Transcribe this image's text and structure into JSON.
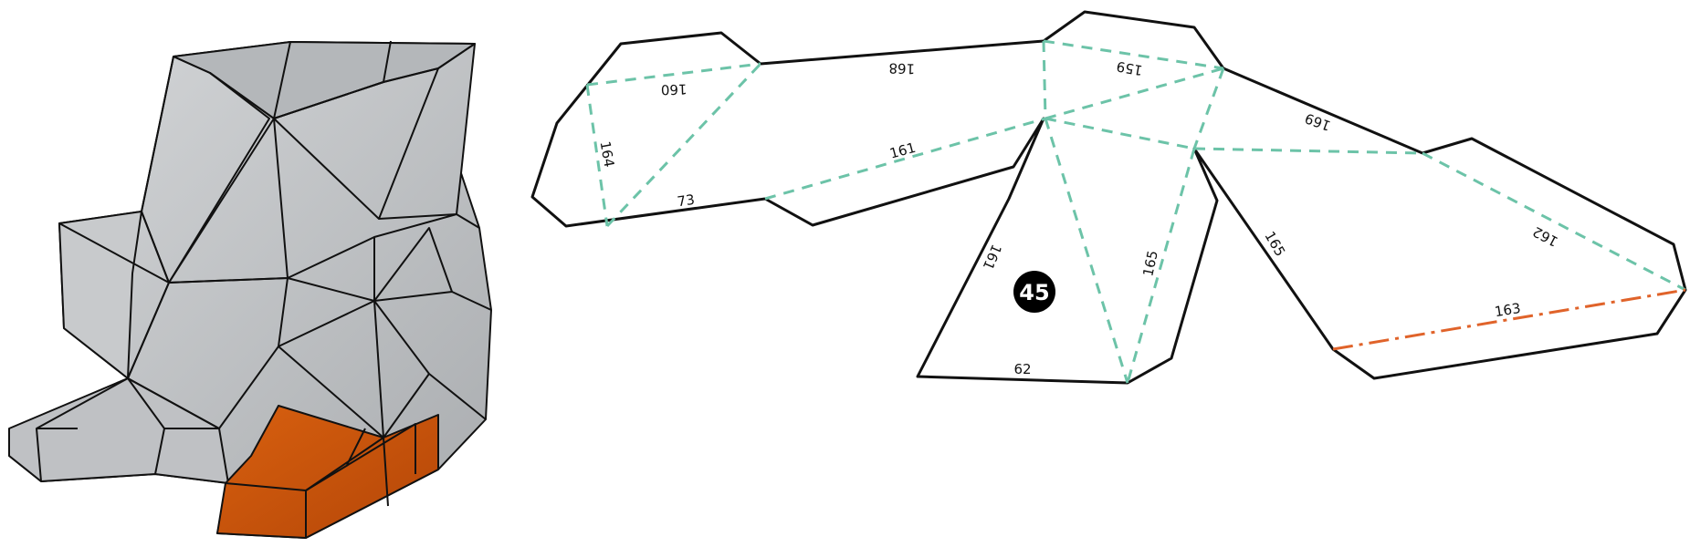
{
  "piece_badge": "45",
  "edge_labels": {
    "e160": "160",
    "e168": "168",
    "e159": "159",
    "e169": "169",
    "e164": "164",
    "e161_top": "161",
    "e73": "73",
    "e161_left": "161",
    "e165_mid": "165",
    "e165_right": "165",
    "e162": "162",
    "e163": "163",
    "e62": "62"
  },
  "colors": {
    "outline": "#111111",
    "fold_valley": "#6cc3a8",
    "fold_highlight": "#e0632a",
    "highlight_face": "#c8500f",
    "model_face": "#c3c5c8"
  }
}
